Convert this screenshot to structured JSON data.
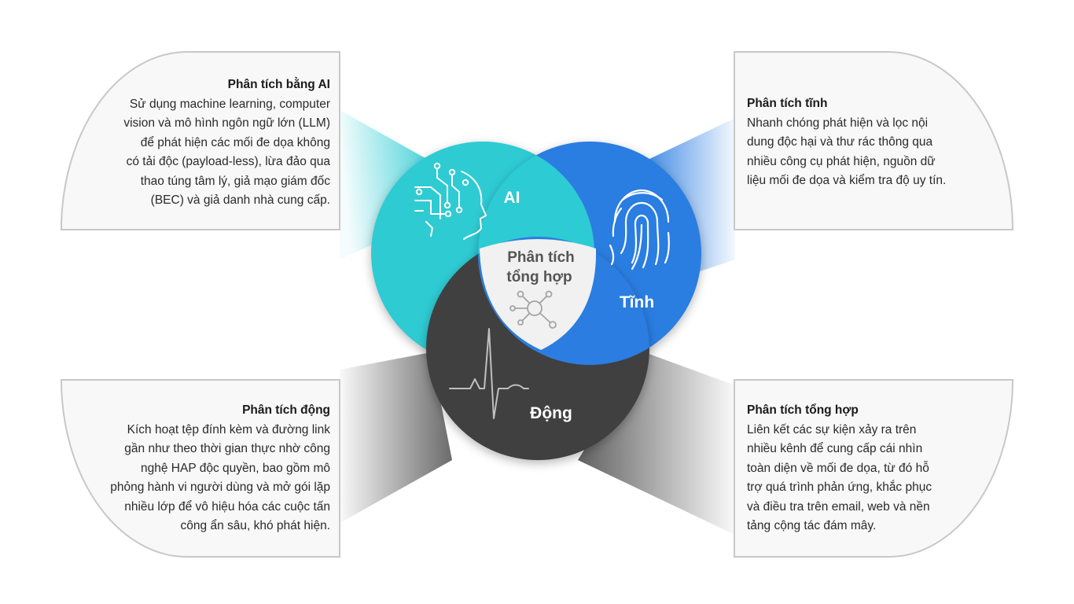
{
  "cards": {
    "ai": {
      "title": "Phân tích bằng AI",
      "body": "Sử dụng machine learning, computer\nvision và mô hình ngôn ngữ lớn (LLM)\nđể phát hiện các mối đe dọa không\ncó tải độc (payload-less), lừa đảo qua\nthao túng tâm lý, giả mạo giám đốc\n(BEC) và giả danh nhà cung cấp."
    },
    "tinh": {
      "title": "Phân tích tĩnh",
      "body": "Nhanh chóng phát hiện và lọc nội\ndung độc hại và thư rác thông qua\nnhiều công cụ phát hiện, nguồn dữ\nliệu mối đe dọa và kiểm tra độ uy tín."
    },
    "dong": {
      "title": "Phân tích động",
      "body": "Kích hoạt tệp đính kèm và đường link\ngần như theo thời gian thực nhờ công\nnghệ HAP độc quyền, bao gồm mô\nphỏng hành vi người dùng và mở gói lặp\nnhiều lớp để vô hiệu hóa các cuộc tấn\ncông ẩn sâu, khó phát hiện."
    },
    "tonghop": {
      "title": "Phân tích tổng hợp",
      "body": "Liên kết các sự kiện xảy ra trên\nnhiều kênh để cung cấp cái nhìn\ntoàn diện về mối đe dọa, từ đó hỗ\ntrợ quá trình phản ứng, khắc phục\nvà điều tra trên email, web và nền\ntảng cộng tác đám mây."
    }
  },
  "venn": {
    "ai_label": "AI",
    "tinh_label": "Tĩnh",
    "dong_label": "Động",
    "center_line1": "Phân tích",
    "center_line2": "tổng hợp"
  },
  "colors": {
    "ai": "#2dcbd3",
    "tinh": "#2b7de1",
    "dong": "#414141",
    "center": "#f1f1f1",
    "card_border": "#c8c8c8",
    "card_fill": "#f8f8f8"
  },
  "icons": {
    "ai": "ai-head-circuit-icon",
    "tinh": "fingerprint-icon",
    "dong": "heartbeat-icon",
    "center": "network-node-icon"
  }
}
